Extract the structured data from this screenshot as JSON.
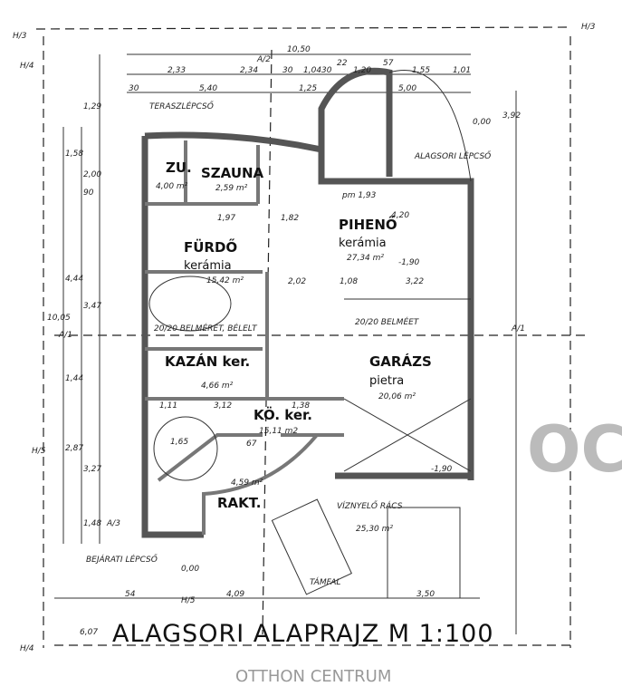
{
  "title": "ALAGSORI ALAPRAJZ M 1:100",
  "sections": {
    "h3_left": "H/3",
    "h3_right": "H/3",
    "h4_left": "H/4",
    "h4_bottom": "H/4",
    "a1_left": "A/1",
    "a1_right": "A/1",
    "a2": "A/2",
    "a3": "A/3",
    "h5_left": "H/5",
    "h5_bottom": "H/5"
  },
  "rooms": [
    {
      "name": "ZU.",
      "material": "",
      "area": "4,00 m²"
    },
    {
      "name": "SZAUNA",
      "material": "",
      "area": "2,59 m²"
    },
    {
      "name": "FÜRDŐ",
      "material": "kerámia",
      "area": "15,42 m²"
    },
    {
      "name": "PIHENŐ",
      "material": "kerámia",
      "area": "27,34 m²"
    },
    {
      "name": "KAZÁN ker.",
      "material": "",
      "area": "4,66 m²"
    },
    {
      "name": "GARÁZS",
      "material": "pietra",
      "area": "20,06 m²"
    },
    {
      "name": "KÖ. ker.",
      "material": "",
      "area": "15,11 m2"
    },
    {
      "name": "RAKT.",
      "material": "",
      "area": "4,59 m²"
    }
  ],
  "annotations": {
    "teraszlepcso": "TERASZLÉPCSŐ",
    "alagsori_lepcso": "ALAGSORI LÉPCSŐ",
    "bejarati_lepcso": "BEJÁRATI LÉPCSŐ",
    "belmeret_left": "20/20 BELMÉRET, BÉLELT",
    "belmeret_right": "20/20 BELMÉET",
    "viznyelo": "VÍZNYELŐ RÁCS",
    "tamfal": "TÁMFAL",
    "area_outside": "25,30 m²",
    "level_top": "0,00",
    "level_bottom": "0,00",
    "level_pihenő": "-1,90",
    "level_garazs": "-1,90",
    "pm": "pm 1,93",
    "watermark": "OTTHON CENTRUM",
    "logo": "OC"
  },
  "dimensions_top": [
    "10,50",
    "2,33",
    "2,34",
    "30",
    "1,04",
    "30",
    "22",
    "1,20",
    "57",
    "1,55",
    "1,01",
    "30",
    "5,40",
    "1,25",
    "5,00"
  ],
  "dimensions_left": [
    "3,92",
    "1,58",
    "2,00",
    "1,29",
    "90",
    "10,05",
    "4,44",
    "3,47",
    "1,44",
    "2,87",
    "3,27",
    "1,48",
    "6,07"
  ],
  "dimensions_inner": [
    "1,97",
    "1,82",
    "4,20",
    "2,02",
    "1,08",
    "3,22",
    "1,11",
    "3,12",
    "1,38",
    "1,65",
    "67",
    "4,09",
    "3,50",
    "54"
  ]
}
